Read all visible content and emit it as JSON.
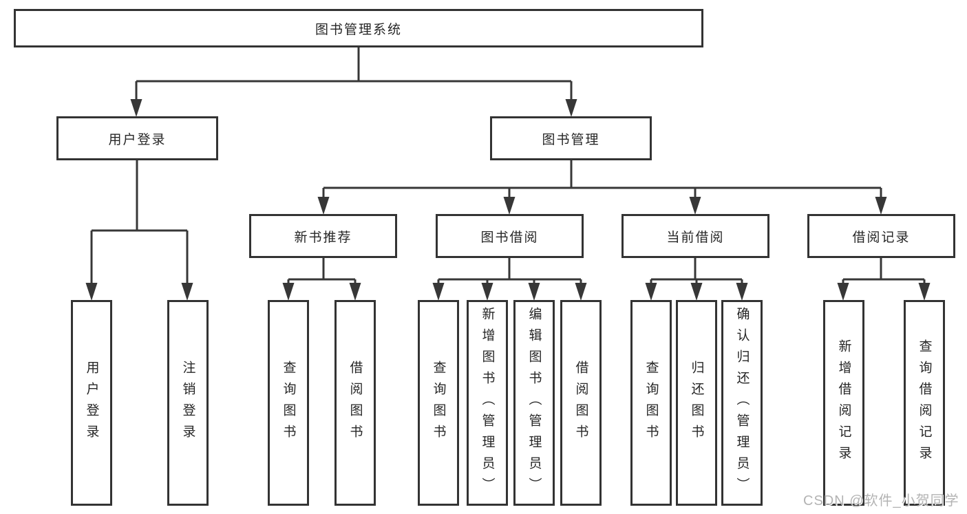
{
  "diagram_title": "图书管理系统",
  "hierarchy": {
    "label": "图书管理系统",
    "children": [
      {
        "label": "用户登录",
        "children": [
          {
            "label": "用户登录"
          },
          {
            "label": "注销登录"
          }
        ]
      },
      {
        "label": "图书管理",
        "children": [
          {
            "label": "新书推荐",
            "children": [
              {
                "label": "查询图书"
              },
              {
                "label": "借阅图书"
              }
            ]
          },
          {
            "label": "图书借阅",
            "children": [
              {
                "label": "查询图书"
              },
              {
                "label": "新增图书（管理员）"
              },
              {
                "label": "编辑图书（管理员）"
              },
              {
                "label": "借阅图书"
              }
            ]
          },
          {
            "label": "当前借阅",
            "children": [
              {
                "label": "查询图书"
              },
              {
                "label": "归还图书"
              },
              {
                "label": "确认归还（管理员）"
              }
            ]
          },
          {
            "label": "借阅记录",
            "children": [
              {
                "label": "新增借阅记录"
              },
              {
                "label": "查询借阅记录"
              }
            ]
          }
        ]
      }
    ]
  },
  "watermark": {
    "text": "CSDN @软件_小贺同学"
  },
  "colors": {
    "line": "#373737",
    "border": "#333333",
    "text": "#262626",
    "watermark": "#b3b3b3",
    "background": "#ffffff"
  }
}
